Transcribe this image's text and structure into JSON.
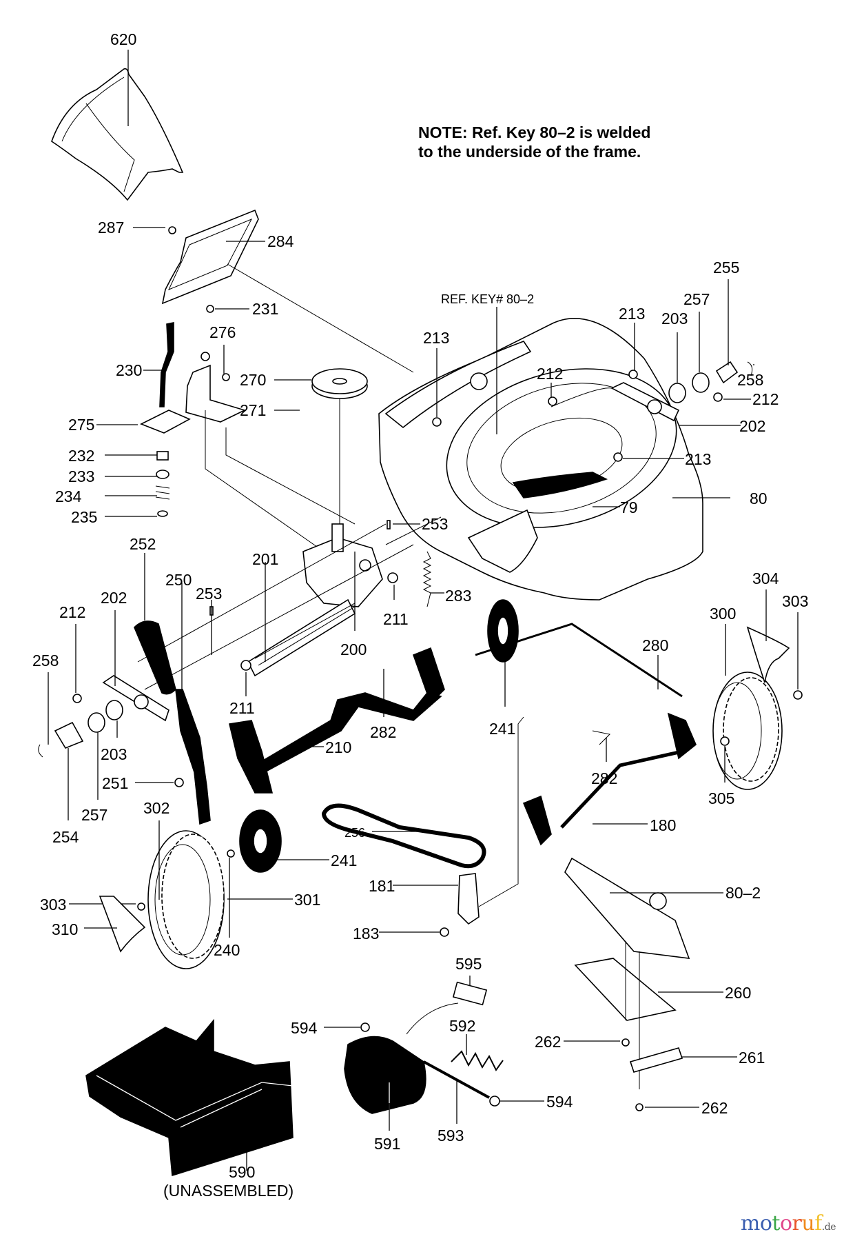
{
  "note": {
    "line1": "NOTE: Ref. Key 80–2 is welded",
    "line2": "to the underside of the frame."
  },
  "ref_key_label": "REF. KEY# 80–2",
  "parts": [
    {
      "id": "620",
      "text": "620"
    },
    {
      "id": "287",
      "text": "287"
    },
    {
      "id": "284",
      "text": "284"
    },
    {
      "id": "231",
      "text": "231"
    },
    {
      "id": "276",
      "text": "276"
    },
    {
      "id": "230",
      "text": "230"
    },
    {
      "id": "270",
      "text": "270"
    },
    {
      "id": "271",
      "text": "271"
    },
    {
      "id": "275",
      "text": "275"
    },
    {
      "id": "232",
      "text": "232"
    },
    {
      "id": "233",
      "text": "233"
    },
    {
      "id": "234",
      "text": "234"
    },
    {
      "id": "235",
      "text": "235"
    },
    {
      "id": "213a",
      "text": "213"
    },
    {
      "id": "212a",
      "text": "212"
    },
    {
      "id": "213b",
      "text": "213"
    },
    {
      "id": "203a",
      "text": "203"
    },
    {
      "id": "257a",
      "text": "257"
    },
    {
      "id": "255",
      "text": "255"
    },
    {
      "id": "258a",
      "text": "258"
    },
    {
      "id": "212b",
      "text": "212"
    },
    {
      "id": "202a",
      "text": "202"
    },
    {
      "id": "213c",
      "text": "213"
    },
    {
      "id": "80",
      "text": "80"
    },
    {
      "id": "79",
      "text": "79"
    },
    {
      "id": "253a",
      "text": "253"
    },
    {
      "id": "252",
      "text": "252"
    },
    {
      "id": "201",
      "text": "201"
    },
    {
      "id": "250",
      "text": "250"
    },
    {
      "id": "253b",
      "text": "253"
    },
    {
      "id": "202b",
      "text": "202"
    },
    {
      "id": "212c",
      "text": "212"
    },
    {
      "id": "258b",
      "text": "258"
    },
    {
      "id": "283",
      "text": "283"
    },
    {
      "id": "211a",
      "text": "211"
    },
    {
      "id": "200",
      "text": "200"
    },
    {
      "id": "211b",
      "text": "211"
    },
    {
      "id": "304",
      "text": "304"
    },
    {
      "id": "303a",
      "text": "303"
    },
    {
      "id": "300",
      "text": "300"
    },
    {
      "id": "280",
      "text": "280"
    },
    {
      "id": "241a",
      "text": "241"
    },
    {
      "id": "282a",
      "text": "282"
    },
    {
      "id": "210",
      "text": "210"
    },
    {
      "id": "203b",
      "text": "203"
    },
    {
      "id": "251",
      "text": "251"
    },
    {
      "id": "254",
      "text": "254"
    },
    {
      "id": "257b",
      "text": "257"
    },
    {
      "id": "282b",
      "text": "282"
    },
    {
      "id": "305",
      "text": "305"
    },
    {
      "id": "302",
      "text": "302"
    },
    {
      "id": "256",
      "text": "256"
    },
    {
      "id": "180",
      "text": "180"
    },
    {
      "id": "241b",
      "text": "241"
    },
    {
      "id": "181",
      "text": "181"
    },
    {
      "id": "80-2",
      "text": "80–2"
    },
    {
      "id": "303b",
      "text": "303"
    },
    {
      "id": "301",
      "text": "301"
    },
    {
      "id": "310",
      "text": "310"
    },
    {
      "id": "240",
      "text": "240"
    },
    {
      "id": "183",
      "text": "183"
    },
    {
      "id": "595",
      "text": "595"
    },
    {
      "id": "260",
      "text": "260"
    },
    {
      "id": "594a",
      "text": "594"
    },
    {
      "id": "592",
      "text": "592"
    },
    {
      "id": "262a",
      "text": "262"
    },
    {
      "id": "261",
      "text": "261"
    },
    {
      "id": "594b",
      "text": "594"
    },
    {
      "id": "262b",
      "text": "262"
    },
    {
      "id": "590",
      "text": "590"
    },
    {
      "id": "590_note",
      "text": "(UNASSEMBLED)"
    },
    {
      "id": "591",
      "text": "591"
    },
    {
      "id": "593",
      "text": "593"
    }
  ],
  "watermark": {
    "letters": [
      {
        "ch": "m",
        "color": "#3b5fb0"
      },
      {
        "ch": "o",
        "color": "#3b5fb0"
      },
      {
        "ch": "t",
        "color": "#3aa646"
      },
      {
        "ch": "o",
        "color": "#e0468a"
      },
      {
        "ch": "r",
        "color": "#e8552a"
      },
      {
        "ch": "u",
        "color": "#f08a1c"
      },
      {
        "ch": "f",
        "color": "#f2c12e"
      }
    ],
    "suffix": ".de"
  }
}
